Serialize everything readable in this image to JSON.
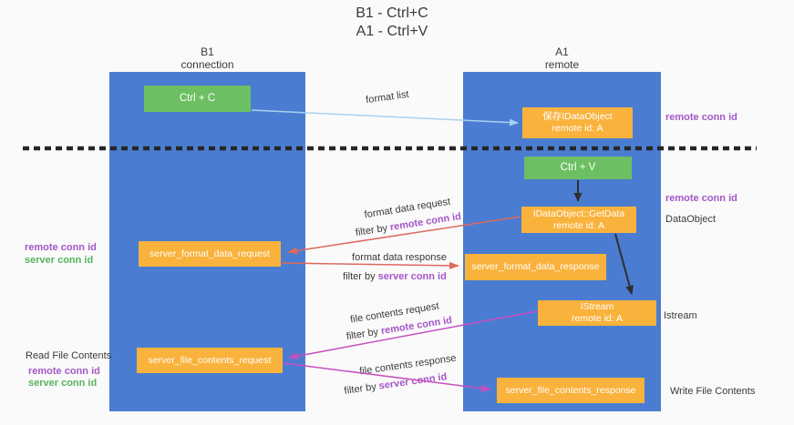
{
  "title": {
    "line1": "B1 - Ctrl+C",
    "line2": "A1 - Ctrl+V"
  },
  "columns": {
    "left": {
      "name": "B1",
      "subtitle": "connection"
    },
    "right": {
      "name": "A1",
      "subtitle": "remote"
    }
  },
  "nodes": {
    "ctrl_c": {
      "label": "Ctrl + C"
    },
    "save_idataobject": {
      "line1": "保存IDataObject",
      "line2": "remote id: A"
    },
    "ctrl_v": {
      "label": "Ctrl + V"
    },
    "getdata": {
      "line1": "IDataObject::GetData",
      "line2": "remote id: A"
    },
    "server_format_data_request": {
      "label": "server_format_data_request"
    },
    "server_format_data_response": {
      "label": "server_format_data_response"
    },
    "istream": {
      "line1": "IStream",
      "line2": "remote id: A"
    },
    "server_file_contents_request": {
      "label": "server_file_contents_request"
    },
    "server_file_contents_response": {
      "label": "server_file_contents_response"
    }
  },
  "edge_labels": {
    "format_list": "format list",
    "format_data_request": "format data request",
    "format_data_response": "format data response",
    "file_contents_request": "file contents request",
    "file_contents_response": "file contents response",
    "filter_by": "filter by",
    "remote_conn_id": "remote conn id",
    "server_conn_id": "server conn id"
  },
  "side_labels": {
    "remote_conn_id": "remote conn id",
    "server_conn_id": "server conn id",
    "dataobject": "DataObject",
    "istream": "Istream",
    "read_file_contents": "Read File Contents",
    "write_file_contents": "Write File Contents"
  },
  "colors": {
    "column_blue": "#4a7dd1",
    "box_green": "#6cbf63",
    "box_orange": "#f9b23c",
    "arrow_red": "#e0685e",
    "arrow_magenta": "#c750c0",
    "arrow_light_blue": "#a9d2f0",
    "arrow_black": "#2f2f2f",
    "label_purple": "#a357c8",
    "label_green": "#56b45c",
    "background": "#fafafa"
  }
}
